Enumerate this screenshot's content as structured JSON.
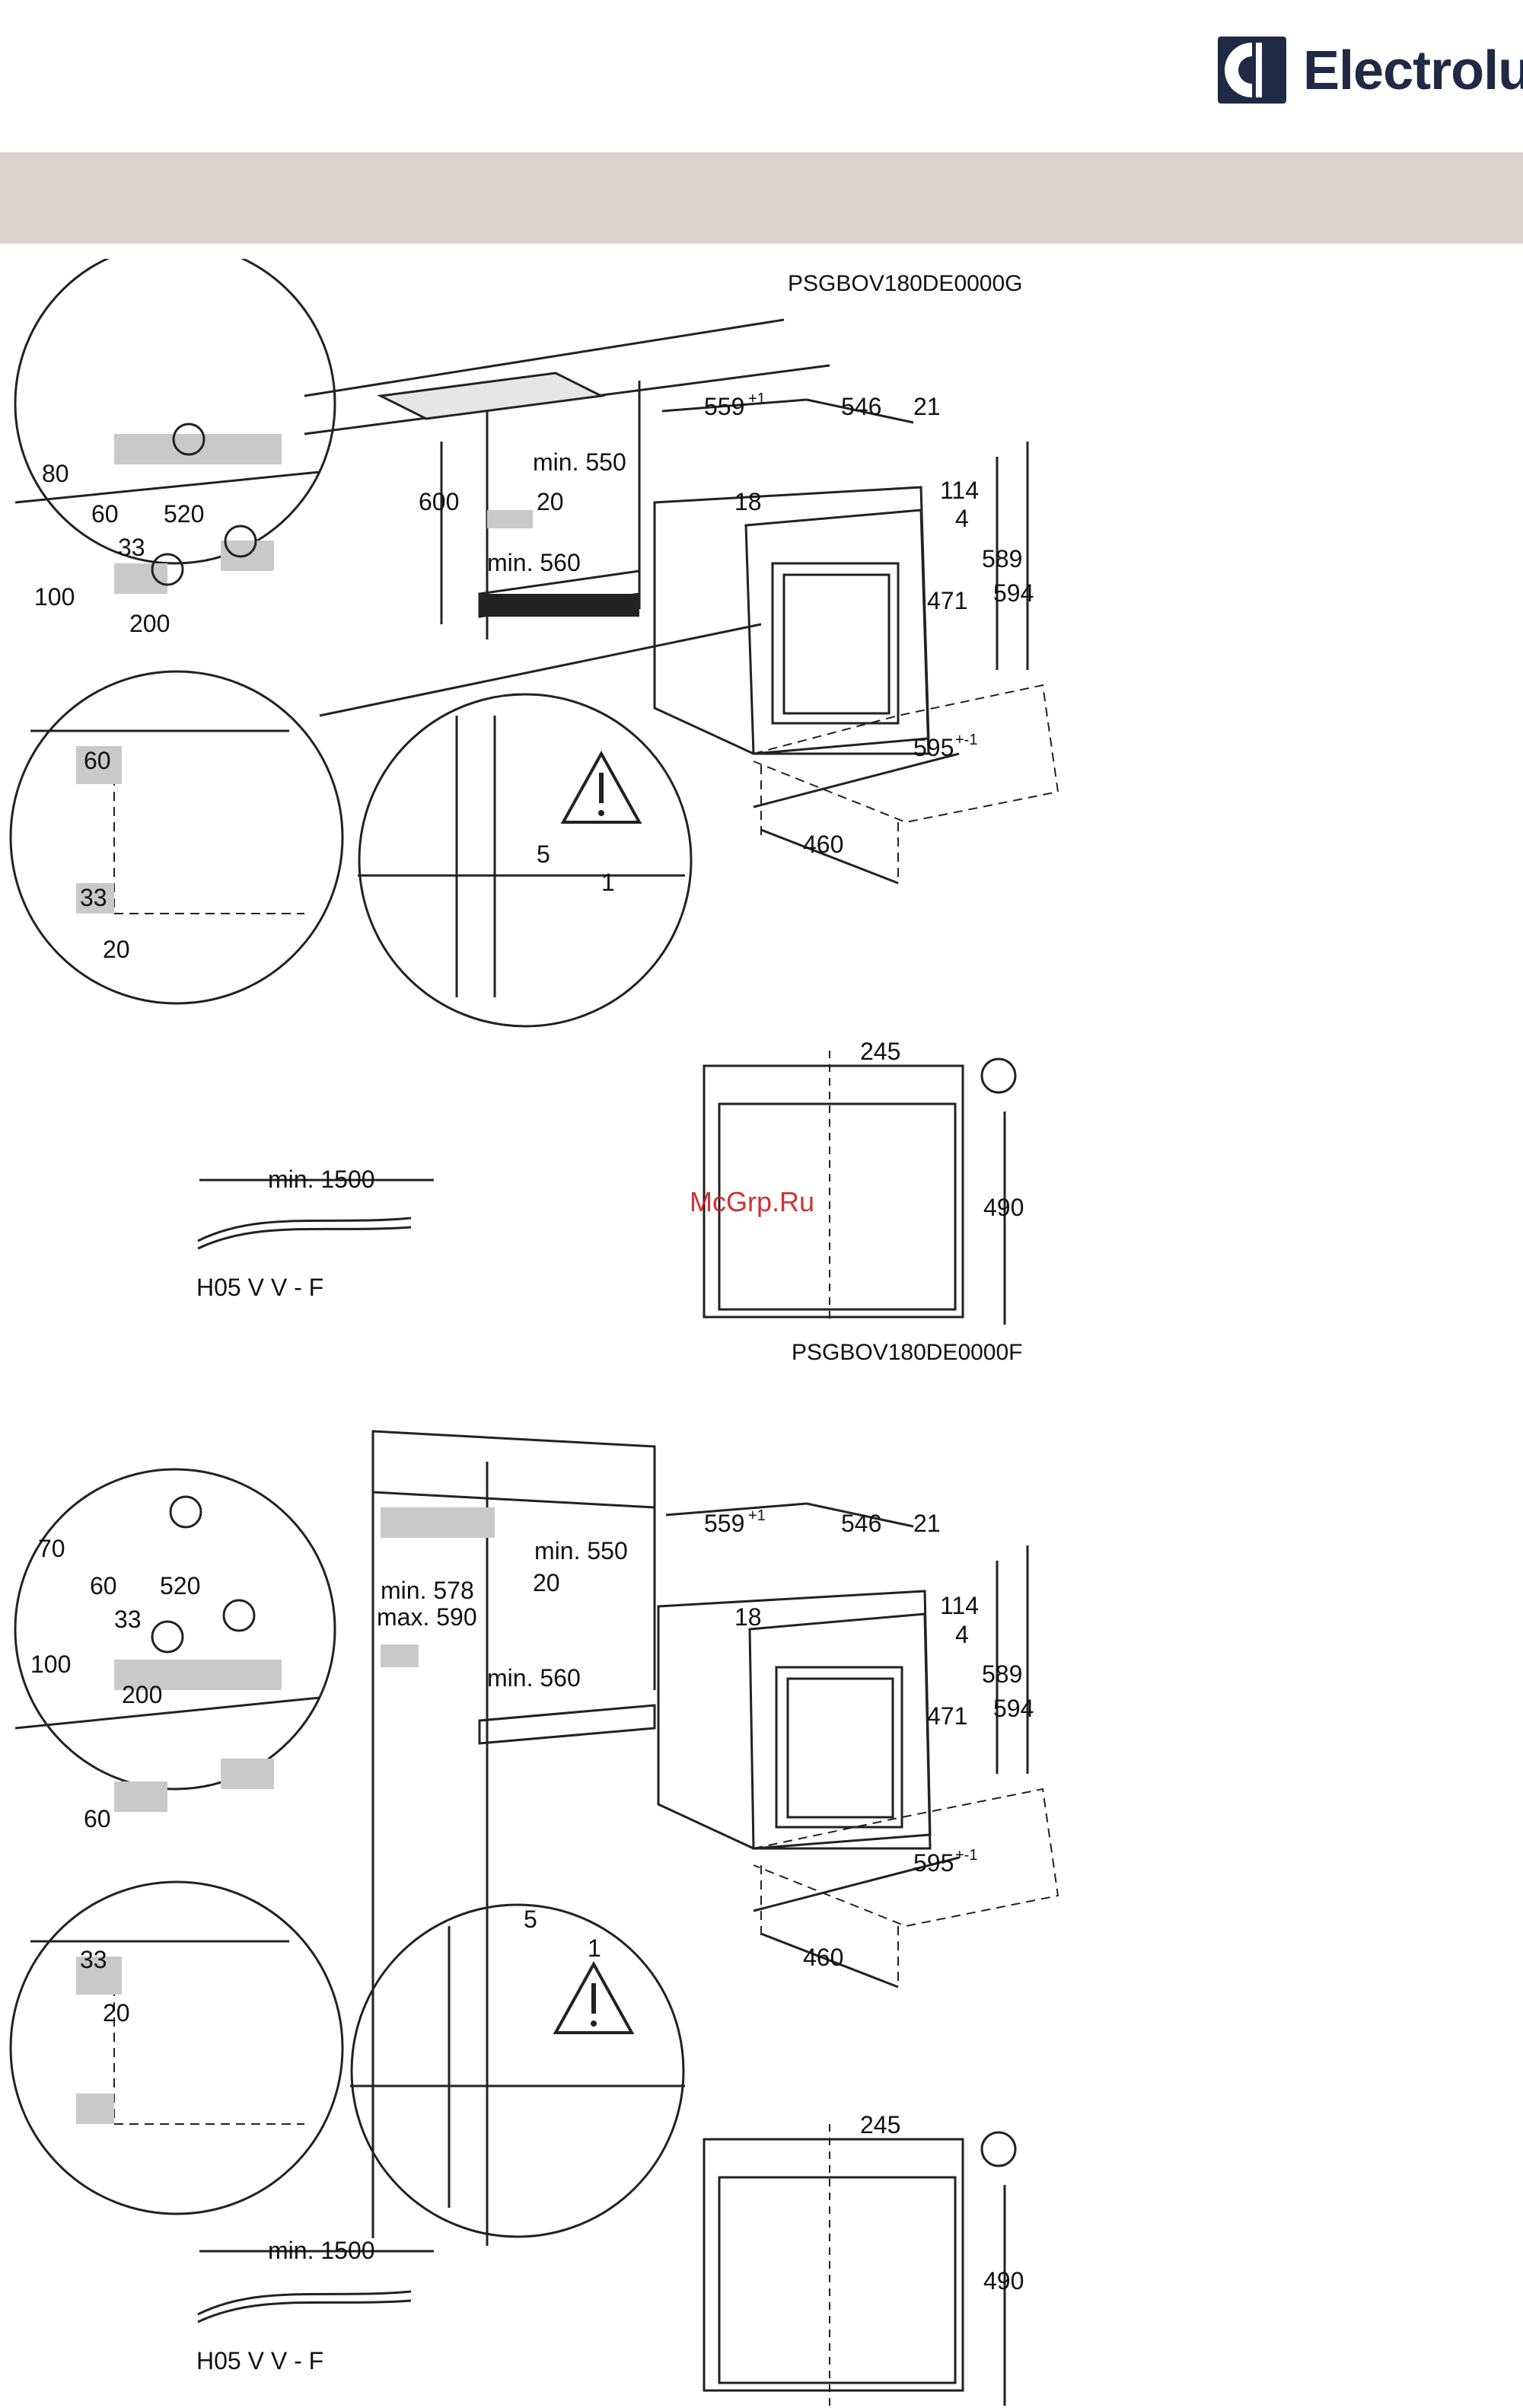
{
  "brand": {
    "name": "Electrolux",
    "color": "#1f2a44"
  },
  "header_band_color": "#dbd4d0",
  "watermark": {
    "text": "McGrp.Ru",
    "color": "#c81e1e"
  },
  "model_g": {
    "code": "PSGBOV180DE0000G",
    "dims": {
      "d80": "80",
      "d60a": "60",
      "d520": "520",
      "d33": "33",
      "d100": "100",
      "d200": "200",
      "d600": "600",
      "min550": "min. 550",
      "d20": "20",
      "min560": "min. 560",
      "d559": "559",
      "d559sup": "+1",
      "d546": "546",
      "d21": "21",
      "d18": "18",
      "d114": "114",
      "d4": "4",
      "d471": "471",
      "d589": "589",
      "d594": "594",
      "d595": "595",
      "d595sup": "+-1",
      "d460": "460",
      "d60b": "60",
      "d33b": "33",
      "d20b": "20",
      "d5": "5",
      "d1": "1",
      "cable_len": "min. 1500",
      "cable_type": "H05 V V - F",
      "d245": "245",
      "d490": "490"
    }
  },
  "model_f": {
    "code": "PSGBOV180DE0000F",
    "dims": {
      "d70": "70",
      "d60a": "60",
      "d520": "520",
      "d33": "33",
      "d100": "100",
      "d200": "200",
      "min578": "min. 578",
      "max590": "max. 590",
      "min550": "min. 550",
      "d20": "20",
      "min560": "min. 560",
      "d559": "559",
      "d559sup": "+1",
      "d546": "546",
      "d21": "21",
      "d18": "18",
      "d114": "114",
      "d4": "4",
      "d471": "471",
      "d589": "589",
      "d594": "594",
      "d595": "595",
      "d595sup": "+-1",
      "d460": "460",
      "d60b": "60",
      "d33b": "33",
      "d20b": "20",
      "d5": "5",
      "d1": "1",
      "cable_len": "min. 1500",
      "cable_type": "H05 V V - F",
      "d245": "245",
      "d490": "490"
    }
  },
  "icons": [
    "electric-connection-icon",
    "warning-triangle-icon",
    "electrolux-logo-icon"
  ]
}
